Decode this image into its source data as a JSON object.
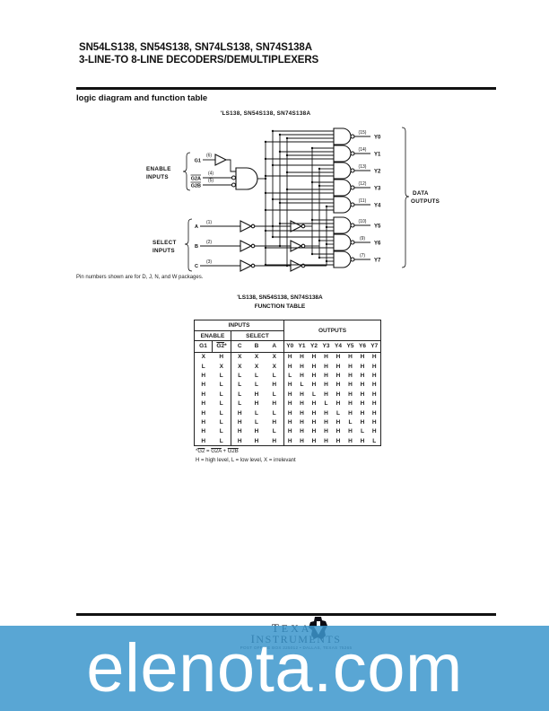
{
  "page": {
    "title_line1": "SN54LS138, SN54S138, SN74LS138, SN74S138A",
    "title_line2": "3-LINE-TO 8-LINE DECODERS/DEMULTIPLEXERS",
    "section_heading": "logic diagram and function table"
  },
  "diagram": {
    "title": "'LS138, SN54S138, SN74S138A",
    "enable_group_line1": "ENABLE",
    "enable_group_line2": "INPUTS",
    "select_group_line1": "SELECT",
    "select_group_line2": "INPUTS",
    "outputs_group_line1": "DATA",
    "outputs_group_line2": "OUTPUTS",
    "enable_inputs": [
      {
        "label": "G1",
        "pin": "(6)",
        "overline": false
      },
      {
        "label": "G2A",
        "pin": "(4)",
        "overline": true
      },
      {
        "label": "G2B",
        "pin": "(5)",
        "overline": true
      }
    ],
    "select_inputs": [
      {
        "label": "A",
        "pin": "(1)"
      },
      {
        "label": "B",
        "pin": "(2)"
      },
      {
        "label": "C",
        "pin": "(3)"
      }
    ],
    "outputs": [
      {
        "pin": "(15)",
        "label": "Y0"
      },
      {
        "pin": "(14)",
        "label": "Y1"
      },
      {
        "pin": "(13)",
        "label": "Y2"
      },
      {
        "pin": "(12)",
        "label": "Y3"
      },
      {
        "pin": "(11)",
        "label": "Y4"
      },
      {
        "pin": "(10)",
        "label": "Y5"
      },
      {
        "pin": "(9)",
        "label": "Y6"
      },
      {
        "pin": "(7)",
        "label": "Y7"
      }
    ],
    "footnote": "Pin numbers shown are for D, J, N, and W packages."
  },
  "function_table": {
    "title": "'LS138, SN54S138, SN74S138A",
    "subtitle": "FUNCTION TABLE",
    "inputs_header": "INPUTS",
    "outputs_header": "OUTPUTS",
    "enable_header": "ENABLE",
    "select_header": "SELECT",
    "columns": [
      {
        "t": "G1"
      },
      {
        "t": "G2",
        "ol": true,
        "suf": "*"
      },
      {
        "t": "C"
      },
      {
        "t": "B"
      },
      {
        "t": "A"
      },
      {
        "t": "Y0"
      },
      {
        "t": "Y1"
      },
      {
        "t": "Y2"
      },
      {
        "t": "Y3"
      },
      {
        "t": "Y4"
      },
      {
        "t": "Y5"
      },
      {
        "t": "Y6"
      },
      {
        "t": "Y7"
      }
    ],
    "rows": [
      [
        "X",
        "H",
        "X",
        "X",
        "X",
        "H",
        "H",
        "H",
        "H",
        "H",
        "H",
        "H",
        "H"
      ],
      [
        "L",
        "X",
        "X",
        "X",
        "X",
        "H",
        "H",
        "H",
        "H",
        "H",
        "H",
        "H",
        "H"
      ],
      [
        "H",
        "L",
        "L",
        "L",
        "L",
        "L",
        "H",
        "H",
        "H",
        "H",
        "H",
        "H",
        "H"
      ],
      [
        "H",
        "L",
        "L",
        "L",
        "H",
        "H",
        "L",
        "H",
        "H",
        "H",
        "H",
        "H",
        "H"
      ],
      [
        "H",
        "L",
        "L",
        "H",
        "L",
        "H",
        "H",
        "L",
        "H",
        "H",
        "H",
        "H",
        "H"
      ],
      [
        "H",
        "L",
        "L",
        "H",
        "H",
        "H",
        "H",
        "H",
        "L",
        "H",
        "H",
        "H",
        "H"
      ],
      [
        "H",
        "L",
        "H",
        "L",
        "L",
        "H",
        "H",
        "H",
        "H",
        "L",
        "H",
        "H",
        "H"
      ],
      [
        "H",
        "L",
        "H",
        "L",
        "H",
        "H",
        "H",
        "H",
        "H",
        "H",
        "L",
        "H",
        "H"
      ],
      [
        "H",
        "L",
        "H",
        "H",
        "L",
        "H",
        "H",
        "H",
        "H",
        "H",
        "H",
        "L",
        "H"
      ],
      [
        "H",
        "L",
        "H",
        "H",
        "H",
        "H",
        "H",
        "H",
        "H",
        "H",
        "H",
        "H",
        "L"
      ]
    ],
    "footnote1": [
      {
        "t": "*"
      },
      {
        "t": "G2",
        "ol": true
      },
      {
        "t": " = "
      },
      {
        "t": "G2A",
        "ol": true
      },
      {
        "t": " + "
      },
      {
        "t": "G2B",
        "ol": true
      }
    ],
    "footnote2": "H = high level, L = low level, X = irrelevant"
  },
  "footer": {
    "brand_line1": "Texas",
    "brand_line2": "Instruments",
    "address": "POST OFFICE BOX 225012 • DALLAS, TEXAS 75265"
  },
  "watermark": {
    "text": "elenota.com",
    "background": "#55AADC",
    "text_color": "#FFFFFF"
  }
}
